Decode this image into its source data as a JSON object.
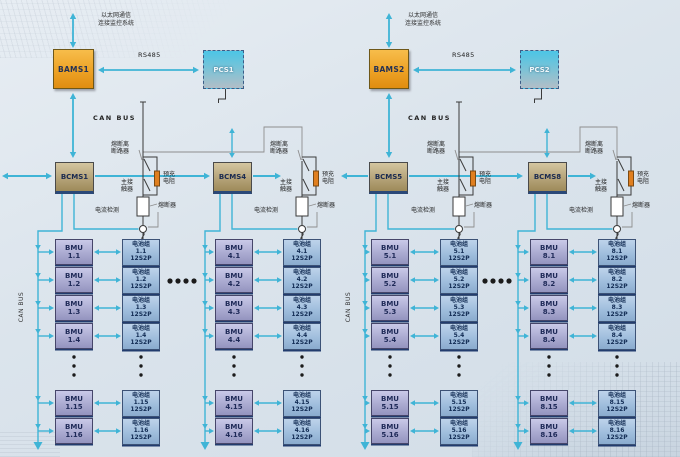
{
  "diagram": {
    "halves": [
      {
        "eth1": "以太网通信",
        "eth2": "连接监控系统",
        "bams": "BAMS1",
        "rs485": "RS485",
        "pcs": "PCS1",
        "canbus": "CAN BUS"
      },
      {
        "eth1": "以太网通信",
        "eth2": "连接监控系统",
        "bams": "BAMS2",
        "rs485": "RS485",
        "pcs": "PCS2",
        "canbus": "CAN BUS"
      }
    ],
    "shared": {
      "breaker1": "熔断离",
      "breaker2": "断路器",
      "contactor1": "主接",
      "contactor2": "触器",
      "precharge1": "预充",
      "precharge2": "电阻",
      "fuse": "熔断器",
      "current": "电流检测",
      "vcan": "CAN BUS",
      "bmu": "BMU",
      "pack": "电池组",
      "spec": "12S2P"
    },
    "columns": [
      {
        "bcms": "BCMS1",
        "rows": [
          "1.1",
          "1.2",
          "1.3",
          "1.4",
          "1.15",
          "1.16"
        ]
      },
      {
        "bcms": "BCMS4",
        "rows": [
          "4.1",
          "4.2",
          "4.3",
          "4.4",
          "4.15",
          "4.16"
        ]
      },
      {
        "bcms": "BCMS5",
        "rows": [
          "5.1",
          "5.2",
          "5.3",
          "5.4",
          "5.15",
          "5.16"
        ]
      },
      {
        "bcms": "BCMS8",
        "rows": [
          "8.1",
          "8.2",
          "8.3",
          "8.4",
          "8.15",
          "8.16"
        ]
      }
    ],
    "colors": {
      "accent_cyan": "#3fb4d6",
      "bams_orange": "#eda226",
      "bcms_tan": "#b5a379",
      "bmu_purple": "#a8a8cf",
      "pack_blue": "#a0bedd",
      "precharge_orange": "#e07f1f",
      "background": "#dbe4ec"
    }
  }
}
